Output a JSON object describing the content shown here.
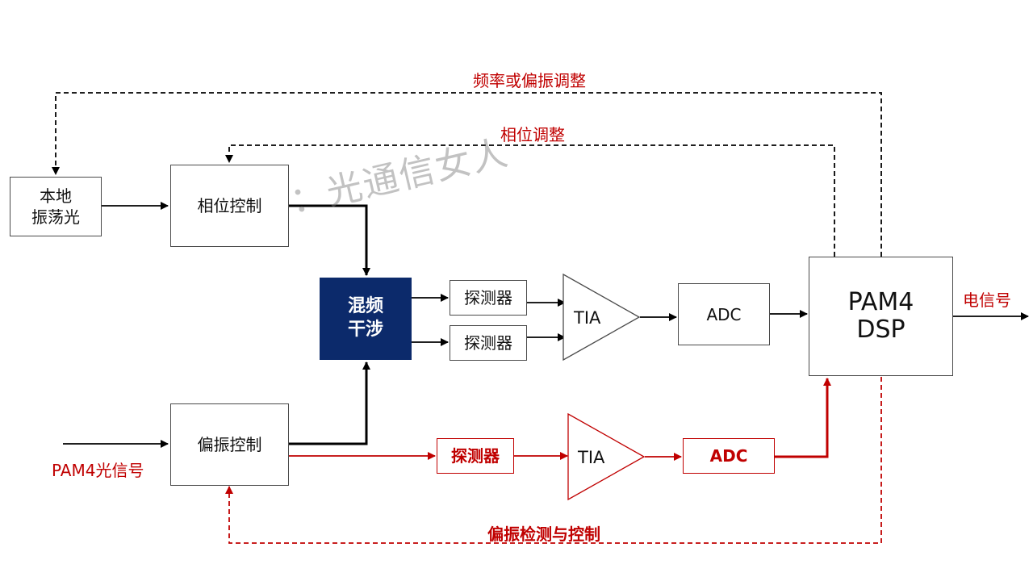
{
  "blocks": {
    "local_oscillator": "本地\n振荡光",
    "phase_control": "相位控制",
    "mixer": "混频\n干涉",
    "detector_1": "探测器",
    "detector_2": "探测器",
    "tia_main": "TIA",
    "adc_main": "ADC",
    "dsp": "PAM4\nDSP",
    "polarization_control": "偏振控制",
    "detector_pol": "探测器",
    "tia_pol": "TIA",
    "adc_pol": "ADC"
  },
  "labels": {
    "freq_pol_adjust": "频率或偏振调整",
    "phase_adjust": "相位调整",
    "electrical_signal": "电信号",
    "pam4_optical_signal": "PAM4光信号",
    "pol_detect_control": "偏振检测与控制"
  },
  "watermark": "公众号：光通信女人",
  "colors": {
    "accent_red": "#c00000",
    "mixer_fill": "#0c2a6b",
    "line_black": "#000000"
  }
}
